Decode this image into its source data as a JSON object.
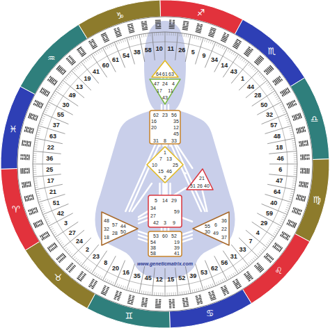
{
  "diagram": {
    "nodes": [
      {
        "text": [
          "64",
          "61",
          "63"
        ]
      },
      {
        "text": [
          "47",
          "24",
          "4",
          "17",
          "11",
          "43"
        ]
      },
      {
        "text": [
          "62",
          "23",
          "56",
          "16",
          "35",
          "20",
          "12",
          "45",
          "31",
          "8",
          "33"
        ]
      },
      {
        "text": [
          "1",
          "7",
          "13",
          "10",
          "25",
          "15",
          "46",
          "2"
        ]
      },
      {
        "text": [
          "21",
          "51",
          "26",
          "40"
        ]
      },
      {
        "text": [
          "48",
          "57",
          "44",
          "50",
          "32",
          "28",
          "18"
        ]
      },
      {
        "text": [
          "5",
          "14",
          "29",
          "34",
          "27",
          "59",
          "42",
          "3",
          "9"
        ]
      },
      {
        "text": [
          "36",
          "22",
          "37",
          "6",
          "49",
          "55",
          "30"
        ]
      },
      {
        "text": [
          "53",
          "60",
          "52",
          "54",
          "19",
          "38",
          "39",
          "58",
          "41"
        ]
      }
    ],
    "edges": [
      {
        "from": 0,
        "to": 1,
        "arrow": "none"
      },
      {
        "from": 0,
        "to": 1,
        "arrow": "none"
      },
      {
        "from": 0,
        "to": 1,
        "arrow": "none"
      },
      {
        "from": 1,
        "to": 2,
        "arrow": "none"
      },
      {
        "from": 1,
        "to": 2,
        "arrow": "none"
      },
      {
        "from": 1,
        "to": 2,
        "arrow": "none"
      },
      {
        "from": 2,
        "to": 3,
        "arrow": "none"
      },
      {
        "from": 2,
        "to": 3,
        "arrow": "none"
      },
      {
        "from": 2,
        "to": 3,
        "arrow": "none"
      },
      {
        "from": 2,
        "to": 3,
        "arrow": "none"
      },
      {
        "from": 2,
        "to": 4,
        "arrow": "none"
      },
      {
        "from": 2,
        "to": 5,
        "arrow": "none"
      },
      {
        "from": 2,
        "to": 5,
        "arrow": "none"
      },
      {
        "from": 2,
        "to": 6,
        "arrow": "none"
      },
      {
        "from": 2,
        "to": 7,
        "arrow": "none"
      },
      {
        "from": 2,
        "to": 7,
        "arrow": "none"
      },
      {
        "from": 3,
        "to": 4,
        "arrow": "none"
      },
      {
        "from": 3,
        "to": 5,
        "arrow": "none"
      },
      {
        "from": 3,
        "to": 6,
        "arrow": "none"
      },
      {
        "from": 3,
        "to": 6,
        "arrow": "none"
      },
      {
        "from": 3,
        "to": 6,
        "arrow": "none"
      },
      {
        "from": 3,
        "to": 6,
        "arrow": "none"
      },
      {
        "from": 4,
        "to": 5,
        "arrow": "none"
      },
      {
        "from": 4,
        "to": 7,
        "arrow": "none"
      },
      {
        "from": 5,
        "to": 6,
        "arrow": "none"
      },
      {
        "from": 5,
        "to": 6,
        "arrow": "none"
      },
      {
        "from": 6,
        "to": 7,
        "arrow": "none"
      },
      {
        "from": 6,
        "to": 8,
        "arrow": "none"
      },
      {
        "from": 6,
        "to": 8,
        "arrow": "none"
      },
      {
        "from": 6,
        "to": 8,
        "arrow": "none"
      },
      {
        "from": 5,
        "to": 8,
        "arrow": "none"
      },
      {
        "from": 5,
        "to": 8,
        "arrow": "none"
      },
      {
        "from": 5,
        "to": 8,
        "arrow": "none"
      },
      {
        "from": 7,
        "to": 8,
        "arrow": "none"
      },
      {
        "from": 7,
        "to": 8,
        "arrow": "none"
      },
      {
        "from": 7,
        "to": 8,
        "arrow": "none"
      }
    ],
    "labels": [
      "10",
      "11",
      "26",
      "5",
      "9",
      "34",
      "14",
      "43",
      "1",
      "44",
      "28",
      "50",
      "32",
      "57",
      "48",
      "18",
      "46",
      "6",
      "47",
      "64",
      "40",
      "59",
      "29",
      "4",
      "7",
      "33",
      "31",
      "56",
      "62",
      "53",
      "39",
      "52",
      "15",
      "12",
      "45",
      "35",
      "16",
      "20",
      "8",
      "23",
      "2",
      "24",
      "27",
      "3",
      "42",
      "51",
      "21",
      "17",
      "25",
      "36",
      "22",
      "63",
      "37",
      "55",
      "30",
      "49",
      "13",
      "19",
      "41",
      "60",
      "61",
      "54",
      "38",
      "58",
      "♐",
      "♏",
      "♎",
      "♍",
      "♌",
      "♋",
      "♊",
      "♉",
      "♈",
      "♓",
      "♒",
      "♑",
      "www.geneticmatrix.com"
    ]
  }
}
